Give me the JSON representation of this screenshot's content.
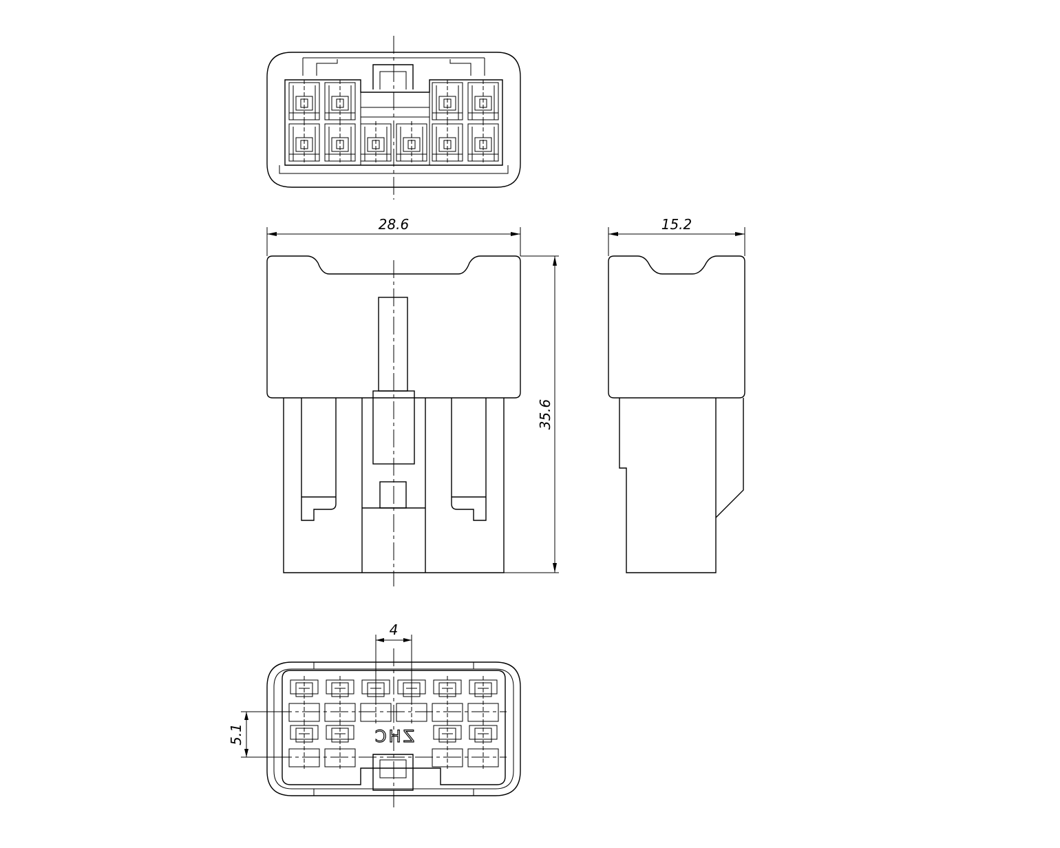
{
  "drawing": {
    "dimensions": {
      "front_width": "28.6",
      "side_width": "15.2",
      "height": "35.6",
      "pin_pitch": "4",
      "row_pitch": "5.1"
    },
    "logo_text": "ZHC",
    "logo_mirrored": true
  }
}
